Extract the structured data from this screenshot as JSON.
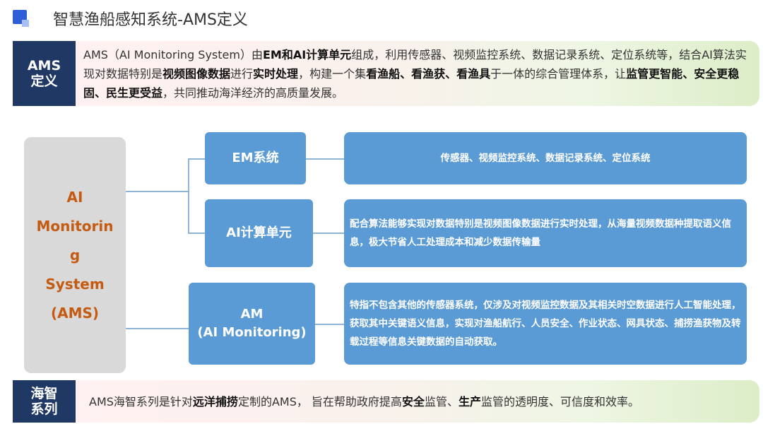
{
  "title": "智慧渔船感知系统-AMS定义",
  "definition": {
    "label_line1": "AMS",
    "label_line2": "定义",
    "seg1": "AMS（AI Monitoring System）由",
    "seg2": "EM和AI计算单元",
    "seg3": "组成，利用传感器、视频监控系统、数据记录系统、定位系统等，结合AI算法实现对数据特别是",
    "seg4": "视频图像数据",
    "seg5": "进行",
    "seg6": "实时处理",
    "seg7": "，构建一个集",
    "seg8": "看渔船",
    "seg9": "、",
    "seg10": "看渔获",
    "seg11": "、",
    "seg12": "看渔具",
    "seg13": "于一体的综合管理体系，让",
    "seg14": "监管更智能",
    "seg15": "、",
    "seg16": "安全更稳固",
    "seg17": "、",
    "seg18": "民生更受益",
    "seg19": "，共同推动海洋经济的高质量发展。"
  },
  "left_box": {
    "line1": "AI",
    "line2": "Monitorin",
    "line3": "g",
    "line4": "System",
    "line5": "(AMS)"
  },
  "components": [
    {
      "name": "EM系统",
      "desc": "传感器、视频监控系统、数据记录系统、定位系统"
    },
    {
      "name": "AI计算单元",
      "desc": "配合算法能够实现对数据特别是视频图像数据进行实时处理，从海量视频数据种提取语义信息，极大节省人工处理成本和减少数据传输量"
    },
    {
      "name_line1": "AM",
      "name_line2": "(AI Monitoring)",
      "desc": "特指不包含其他的传感器系统，仅涉及对视频监控数据及其相关时空数据进行人工智能处理，获取其中关键语义信息，实现对渔船航行、人员安全、作业状态、网具状态、捕捞渔获物及转载过程等信息关键数据的自动获取。"
    }
  ],
  "haizhi": {
    "label_line1": "海智",
    "label_line2": "系列",
    "seg1": "AMS海智系列是针对",
    "seg2": "远洋捕捞",
    "seg3": "定制的AMS， 旨在帮助政府提高",
    "seg4": "安全",
    "seg5": "监管、",
    "seg6": "生产",
    "seg7": "监管的透明度、可信度和效率。"
  },
  "colors": {
    "title_marker": "#2f5fd6",
    "label_bg": "#1f3864",
    "component_bg": "#5b9bd5",
    "left_box_bg": "#d9d9d9",
    "left_box_text": "#c55a11",
    "connector": "#8eb4d6"
  }
}
